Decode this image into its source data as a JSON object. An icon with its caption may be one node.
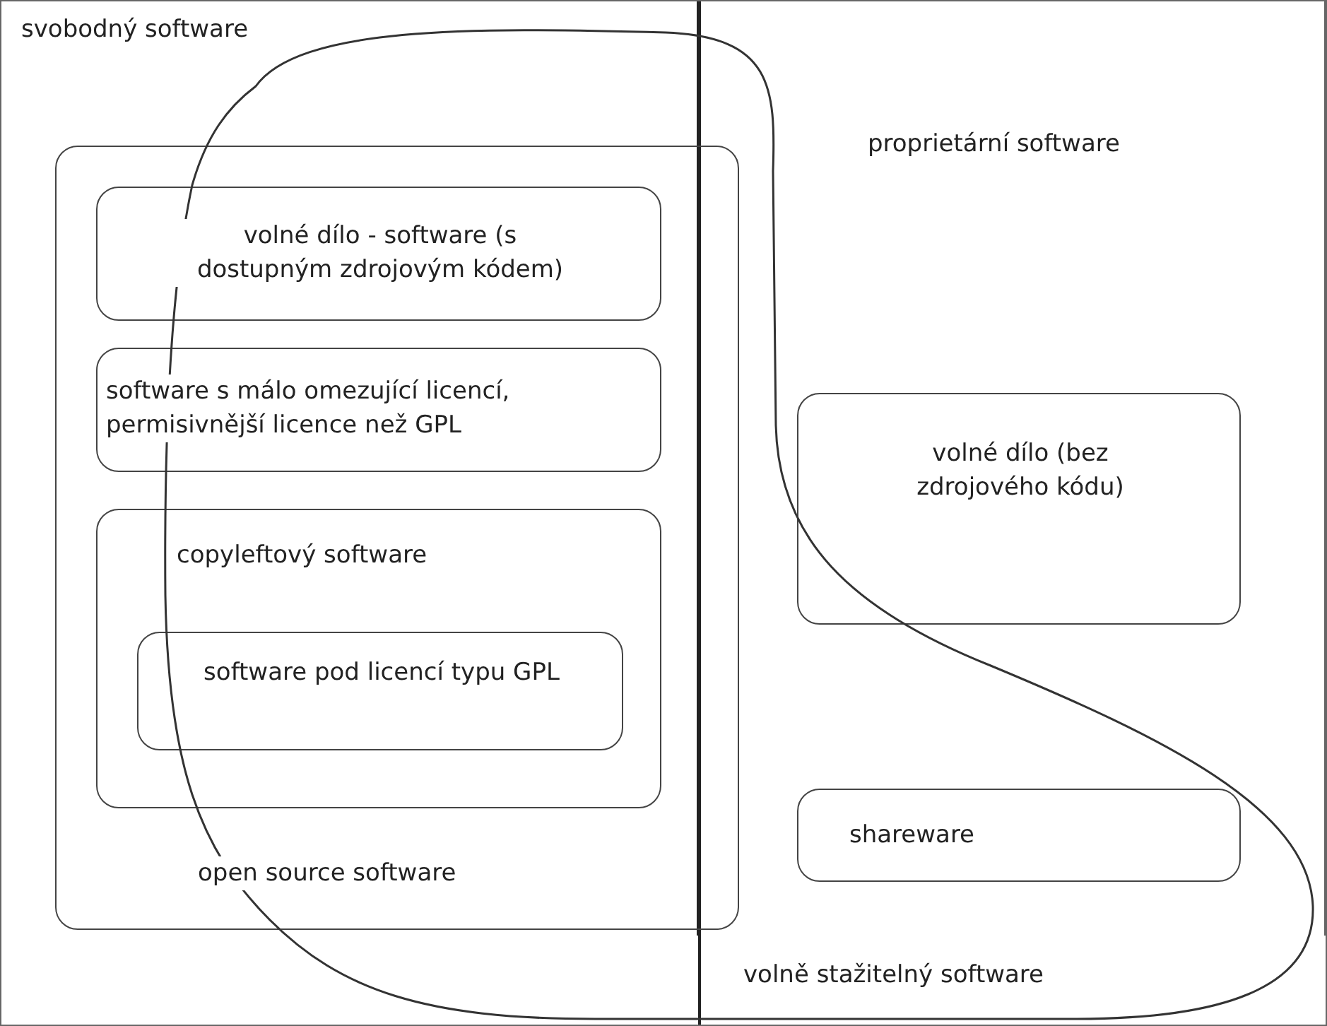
{
  "diagram": {
    "nodes": [
      {
        "text": [
          "svobodný software"
        ]
      },
      {
        "text": [
          "proprietární software"
        ]
      },
      {
        "text": [
          "open source software"
        ]
      },
      {
        "text": [
          "volné dílo - software (s dostupným zdrojovým kódem)"
        ],
        "in": 2
      },
      {
        "text": [
          "software s málo omezující licencí, permisivnější licence než GPL"
        ],
        "in": 2
      },
      {
        "text": [
          "copyleftový software"
        ],
        "in": 2
      },
      {
        "text": [
          "software pod licencí typu GPL"
        ],
        "in": 5
      },
      {
        "text": [
          "volné dílo (bez zdrojového kódu)"
        ],
        "in": 1
      },
      {
        "text": [
          "shareware"
        ],
        "in": 1
      },
      {
        "text": [
          "volně stažitelný software"
        ]
      }
    ]
  }
}
